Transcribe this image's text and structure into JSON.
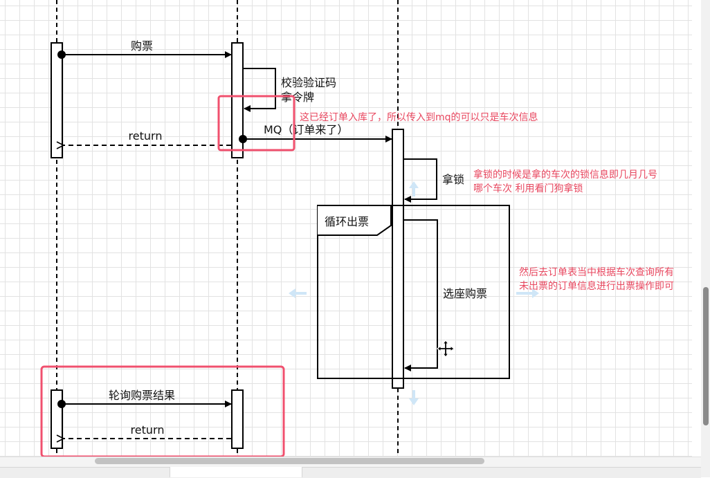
{
  "diagram": {
    "messages": {
      "buy_ticket": "购票",
      "validate_line1": "校验验证码",
      "validate_line2": "拿令牌",
      "return1": "return",
      "mq": "MQ（订单来了）",
      "lock": "拿锁",
      "select_seat": "选座购票",
      "poll_result": "轮询购票结果",
      "return2": "return"
    },
    "loop_label": "循环出票",
    "notes": {
      "note1": "这已经订单入库了，所以传入到mq的可以只是车次信息",
      "note2_line1": "拿锁的时候是拿的车次的锁信息即几月几号",
      "note2_line2": "哪个车次 利用看门狗拿锁",
      "note3_line1": "然后去订单表当中根据车次查询所有",
      "note3_line2": "未出票的订单信息进行出票操作即可"
    }
  },
  "colors": {
    "highlight": "#f0506e",
    "note_text": "#e8475f",
    "line": "#000000",
    "hint_arrow": "#cfe6f7"
  },
  "icons": {
    "cursor": "move-cursor-icon",
    "hints": "direction-arrow-icon"
  }
}
